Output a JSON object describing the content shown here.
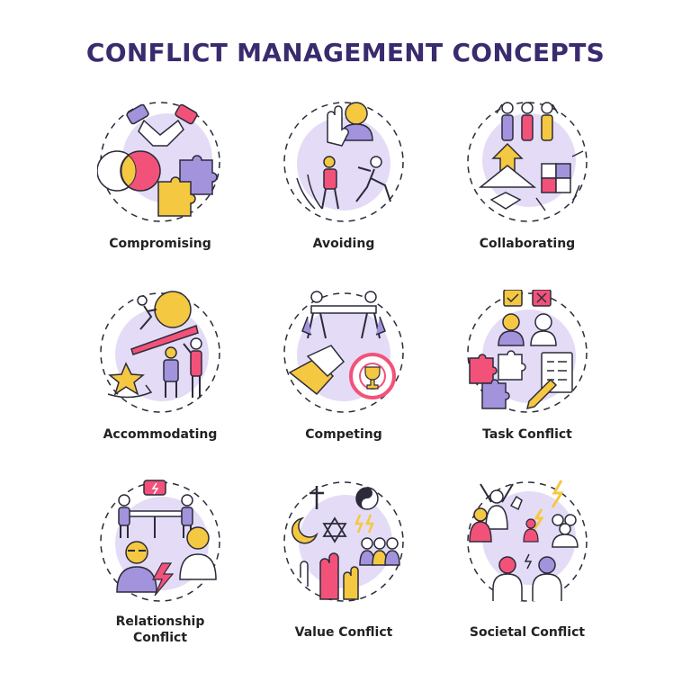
{
  "title": "CONFLICT MANAGEMENT CONCEPTS",
  "colors": {
    "title": "#3a2a6e",
    "outline": "#2b2b3a",
    "lavender": "#e4dcf6",
    "violet": "#a393dc",
    "pink": "#f2527a",
    "yellow": "#f5c841",
    "label": "#222222"
  },
  "concepts": [
    {
      "id": "compromising",
      "label": [
        "Compromising"
      ],
      "icon": "handshake-venn-puzzle-icon"
    },
    {
      "id": "avoiding",
      "label": [
        "Avoiding"
      ],
      "icon": "stop-hand-running-person-icon"
    },
    {
      "id": "collaborating",
      "label": [
        "Collaborating"
      ],
      "icon": "team-arrow-puzzle-hands-icon"
    },
    {
      "id": "accommodating",
      "label": [
        "Accommodating"
      ],
      "icon": "sisyphus-star-people-icon"
    },
    {
      "id": "competing",
      "label": [
        "Competing"
      ],
      "icon": "arm-wrestling-trophy-icon"
    },
    {
      "id": "task-conflict",
      "label": [
        "Task Conflict"
      ],
      "icon": "checklist-people-puzzle-icon"
    },
    {
      "id": "relationship-conflict",
      "label": [
        "Relationship",
        "Conflict"
      ],
      "icon": "meeting-lightning-people-icon"
    },
    {
      "id": "value-conflict",
      "label": [
        "Value Conflict"
      ],
      "icon": "religious-symbols-crowd-icon"
    },
    {
      "id": "societal-conflict",
      "label": [
        "Societal Conflict"
      ],
      "icon": "protest-crowd-lightning-icon"
    }
  ]
}
